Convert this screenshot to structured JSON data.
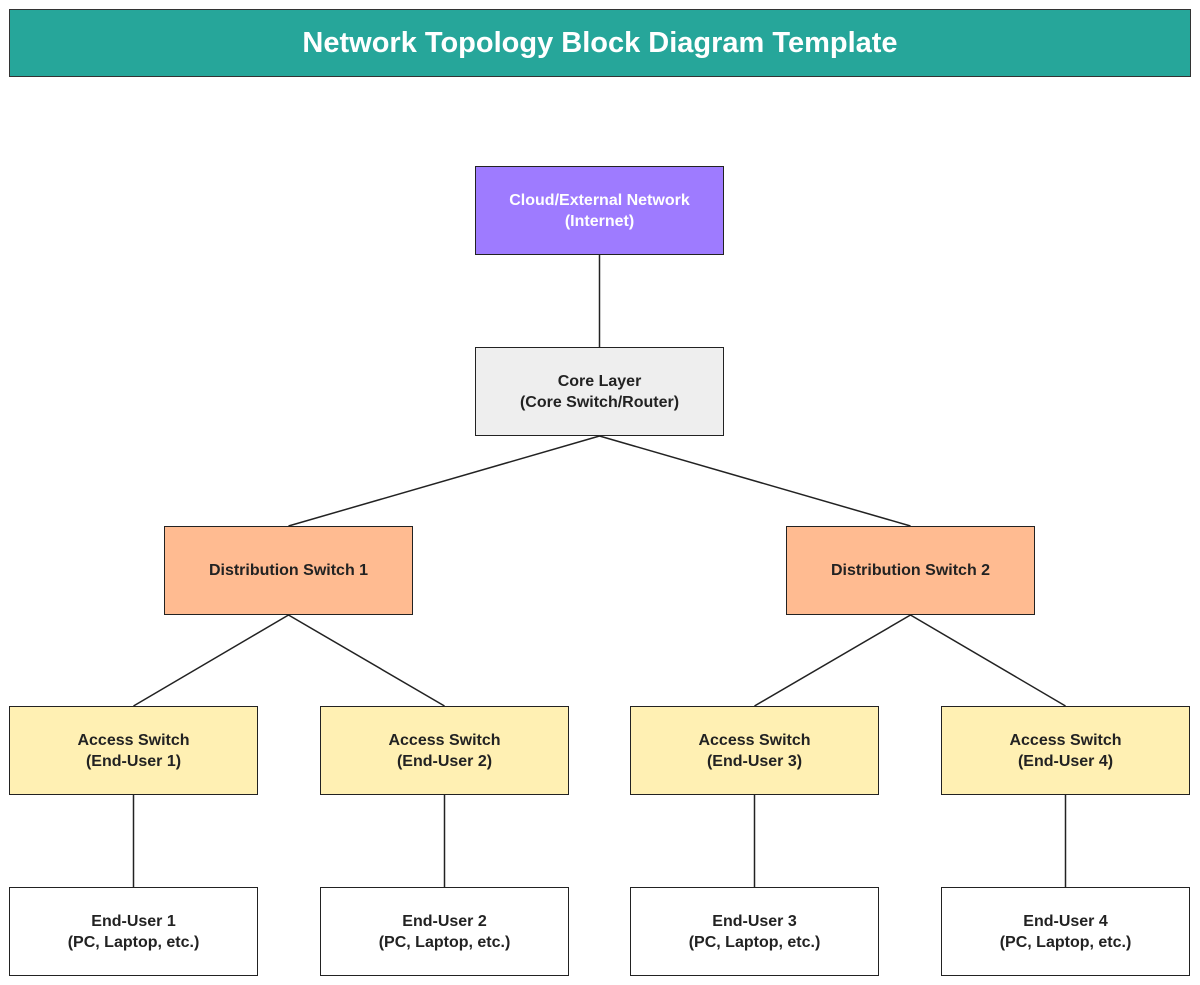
{
  "title": "Network Topology Block Diagram Template",
  "nodes": {
    "cloud": {
      "line1": "Cloud/External Network",
      "line2": "(Internet)"
    },
    "core": {
      "line1": "Core Layer",
      "line2": "(Core Switch/Router)"
    },
    "dist1": {
      "line1": "Distribution Switch 1"
    },
    "dist2": {
      "line1": "Distribution Switch 2"
    },
    "acc1": {
      "line1": "Access Switch",
      "line2": "(End-User 1)"
    },
    "acc2": {
      "line1": "Access Switch",
      "line2": "(End-User 2)"
    },
    "acc3": {
      "line1": "Access Switch",
      "line2": "(End-User 3)"
    },
    "acc4": {
      "line1": "Access Switch",
      "line2": "(End-User 4)"
    },
    "end1": {
      "line1": "End-User 1",
      "line2": "(PC, Laptop, etc.)"
    },
    "end2": {
      "line1": "End-User 2",
      "line2": "(PC, Laptop, etc.)"
    },
    "end3": {
      "line1": "End-User 3",
      "line2": "(PC, Laptop, etc.)"
    },
    "end4": {
      "line1": "End-User 4",
      "line2": "(PC, Laptop, etc.)"
    }
  },
  "edges": [
    [
      "cloud",
      "core"
    ],
    [
      "core",
      "dist1"
    ],
    [
      "core",
      "dist2"
    ],
    [
      "dist1",
      "acc1"
    ],
    [
      "dist1",
      "acc2"
    ],
    [
      "dist2",
      "acc3"
    ],
    [
      "dist2",
      "acc4"
    ],
    [
      "acc1",
      "end1"
    ],
    [
      "acc2",
      "end2"
    ],
    [
      "acc3",
      "end3"
    ],
    [
      "acc4",
      "end4"
    ]
  ],
  "colors": {
    "header": "#26a69a",
    "cloud": "#9e7bff",
    "core": "#eeeeee",
    "distribution": "#ffbb91",
    "access": "#fff0b3",
    "end_user": "#ffffff"
  }
}
